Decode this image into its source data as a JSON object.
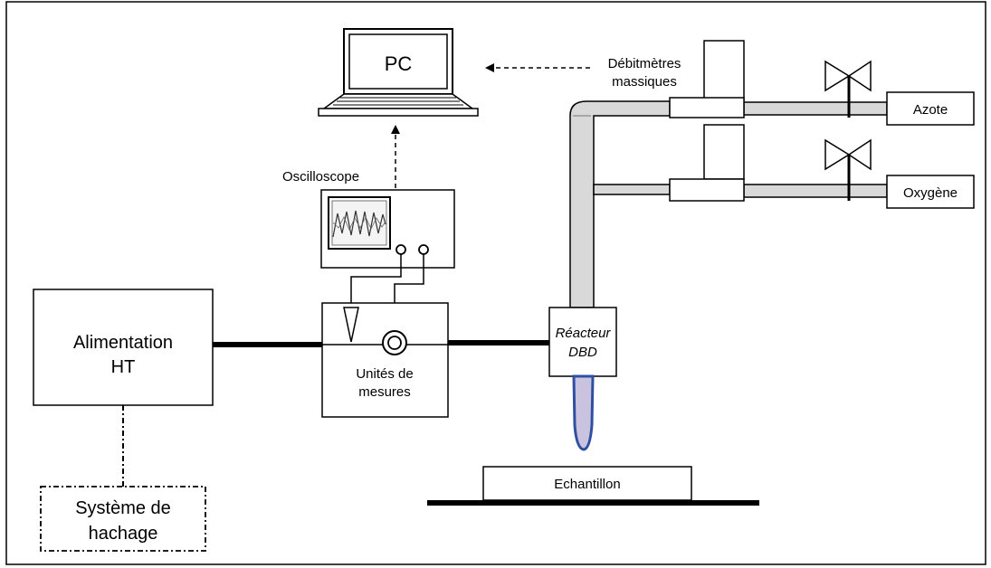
{
  "labels": {
    "pc": "PC",
    "flowmeters_line1": "Débitmètres",
    "flowmeters_line2": "massiques",
    "azote": "Azote",
    "oxygene": "Oxygène",
    "oscilloscope": "Oscilloscope",
    "alimentation_line1": "Alimentation",
    "alimentation_line2": "HT",
    "unites_line1": "Unités de",
    "unites_line2": "mesures",
    "reacteur_line1": "Réacteur",
    "reacteur_line2": "DBD",
    "echantillon": "Echantillon",
    "hachage_line1": "Système de",
    "hachage_line2": "hachage"
  },
  "colors": {
    "line": "#000000",
    "pipe_fill": "#d9d9d9",
    "plasma_fill": "#c9c3e0",
    "plasma_stroke": "#2f4fa0"
  },
  "icons": [
    "laptop-icon",
    "oscilloscope-icon",
    "valve-icon",
    "probe-icon",
    "current-sensor-icon"
  ]
}
